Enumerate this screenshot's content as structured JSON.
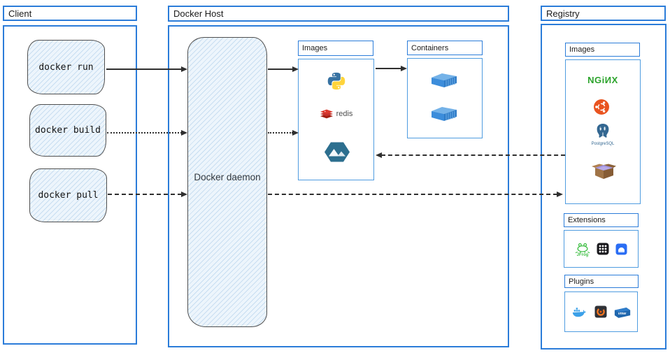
{
  "colors": {
    "panel_border": "#2b7cd9",
    "inner_border": "#4f9ce0",
    "sketch_fill": "#edf5fc",
    "sketch_border": "#4f4f4f",
    "arrow": "#2f2f2f",
    "nginx_green": "#2ba32b",
    "ubuntu_orange": "#e95420",
    "postgres_blue": "#336791",
    "redis_red": "#c6302b",
    "container_blue": "#3c8ddb"
  },
  "client": {
    "title": "Client",
    "commands": [
      {
        "label": "docker run",
        "arrow_style": "solid"
      },
      {
        "label": "docker build",
        "arrow_style": "dotted"
      },
      {
        "label": "docker pull",
        "arrow_style": "dashed"
      }
    ]
  },
  "docker_host": {
    "title": "Docker Host",
    "daemon_label": "Docker daemon",
    "images_panel": {
      "title": "Images",
      "items": [
        {
          "icon": "python-logo"
        },
        {
          "icon": "redis-logo",
          "label": "redis"
        },
        {
          "icon": "alpine-logo"
        }
      ]
    },
    "containers_panel": {
      "title": "Containers",
      "items": [
        {
          "icon": "container-icon"
        },
        {
          "icon": "container-icon"
        }
      ]
    }
  },
  "registry": {
    "title": "Registry",
    "images_panel": {
      "title": "Images",
      "items": [
        {
          "icon": "nginx-logo",
          "label": "NGiИX"
        },
        {
          "icon": "ubuntu-logo"
        },
        {
          "icon": "postgresql-logo",
          "label": "PostgreSQL"
        },
        {
          "icon": "busybox-logo"
        }
      ]
    },
    "extensions_panel": {
      "title": "Extensions",
      "items": [
        {
          "icon": "jfrog-logo",
          "label": "JFrog"
        },
        {
          "icon": "app-grid-icon"
        },
        {
          "icon": "disk-extension-icon"
        }
      ]
    },
    "plugins_panel": {
      "title": "Plugins",
      "items": [
        {
          "icon": "docker-whale-logo"
        },
        {
          "icon": "grafana-logo"
        },
        {
          "icon": "vmware-logo",
          "label": "vmw"
        }
      ]
    }
  },
  "flows": [
    {
      "from": "docker run",
      "to": "Docker daemon",
      "style": "solid"
    },
    {
      "from": "docker build",
      "to": "Docker daemon",
      "style": "dotted"
    },
    {
      "from": "docker pull",
      "to": "Docker daemon",
      "style": "dashed"
    },
    {
      "from": "Docker daemon",
      "to": "Images (host)",
      "style": "solid"
    },
    {
      "from": "Docker daemon",
      "to": "Images (host)",
      "style": "dotted"
    },
    {
      "from": "Images (host)",
      "to": "Containers",
      "style": "solid"
    },
    {
      "from": "Registry Images",
      "to": "Images (host)",
      "style": "dashed"
    },
    {
      "from": "Docker daemon",
      "to": "Registry Images",
      "style": "dashed"
    }
  ]
}
